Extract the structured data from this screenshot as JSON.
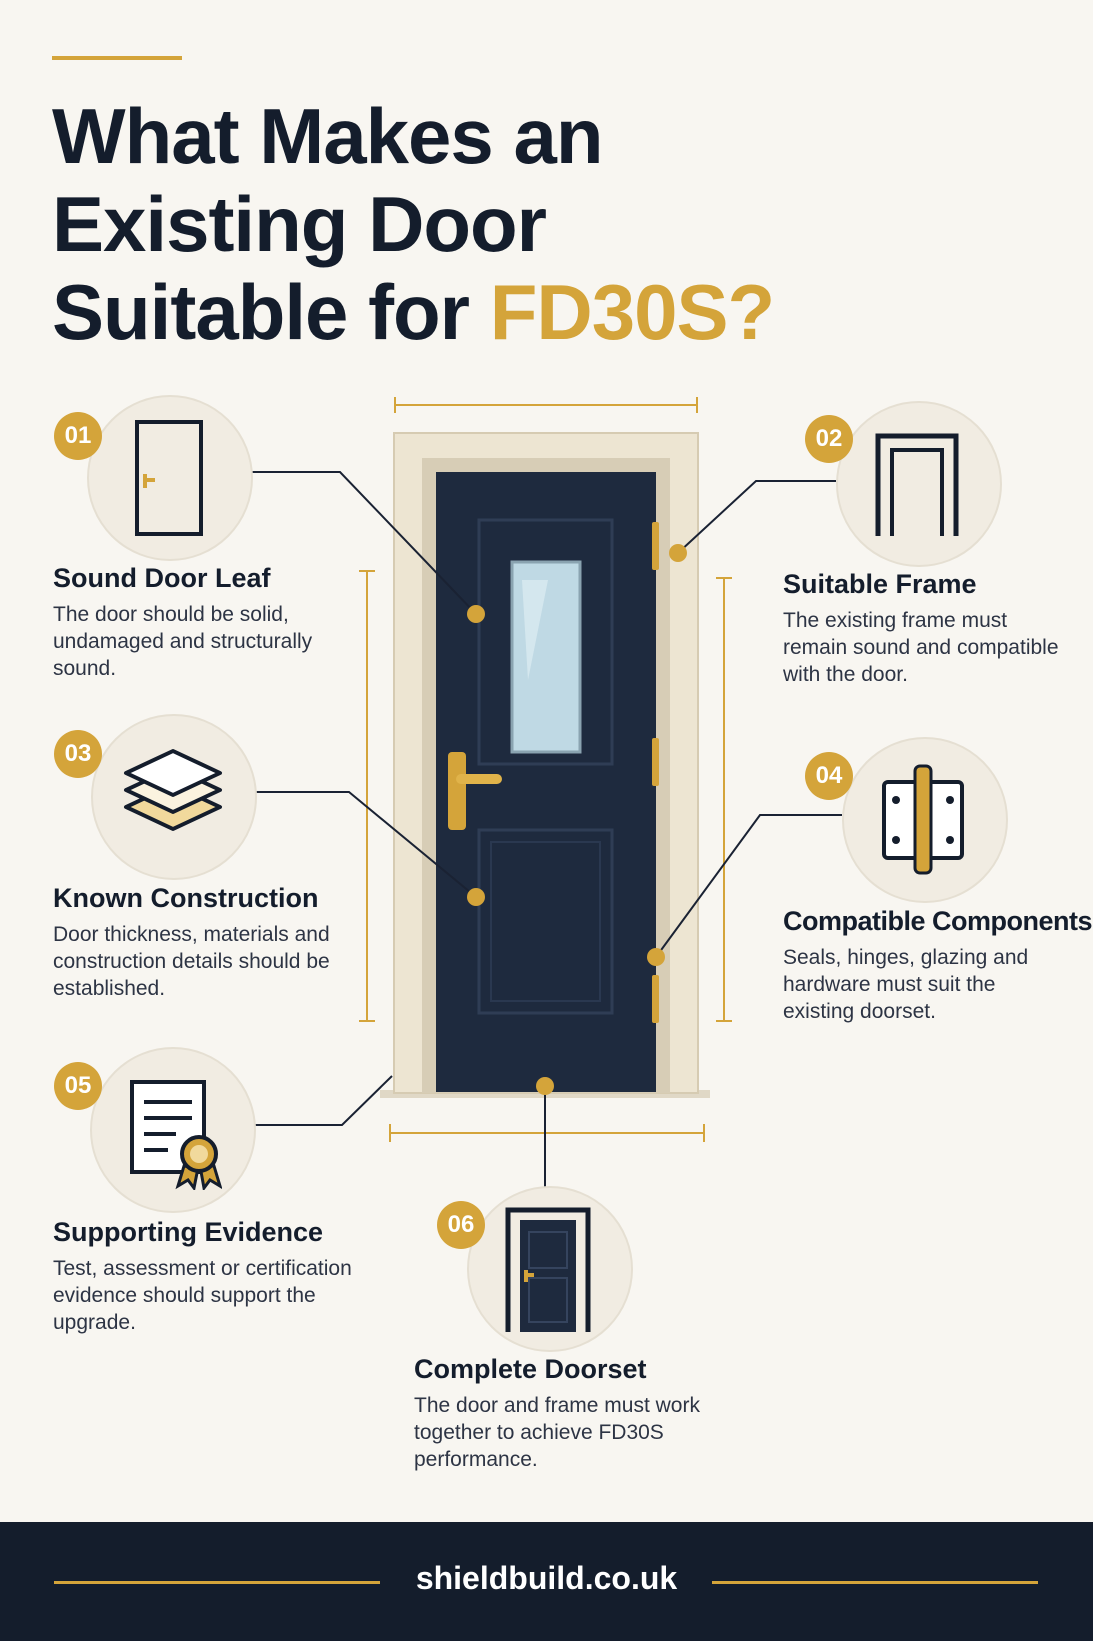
{
  "title": {
    "line1": "What Makes an",
    "line2": "Existing Door",
    "line3_prefix": "Suitable for ",
    "line3_accent": "FD30S?"
  },
  "features": [
    {
      "number": "01",
      "title": "Sound Door Leaf",
      "description": "The door should be solid, undamaged and structurally sound.",
      "icon": "door-leaf-icon"
    },
    {
      "number": "02",
      "title": "Suitable Frame",
      "description": "The existing frame must remain sound and compatible with the door.",
      "icon": "door-frame-icon"
    },
    {
      "number": "03",
      "title": "Known Construction",
      "description": "Door thickness, materials and construction details should be established.",
      "icon": "layers-icon"
    },
    {
      "number": "04",
      "title": "Compatible Components",
      "description": "Seals, hinges, glazing and hardware must suit the existing doorset.",
      "icon": "hinge-icon"
    },
    {
      "number": "05",
      "title": "Supporting Evidence",
      "description": "Test, assessment or certification evidence should support the upgrade.",
      "icon": "certificate-icon"
    },
    {
      "number": "06",
      "title": "Complete Doorset",
      "description": "The door and frame must work together to achieve FD30S performance.",
      "icon": "doorset-icon"
    }
  ],
  "footer": {
    "website": "shieldbuild.co.uk"
  },
  "colors": {
    "accent": "#d4a43a",
    "navy": "#141d2c",
    "door": "#1e2a3e",
    "background": "#f8f6f1"
  }
}
